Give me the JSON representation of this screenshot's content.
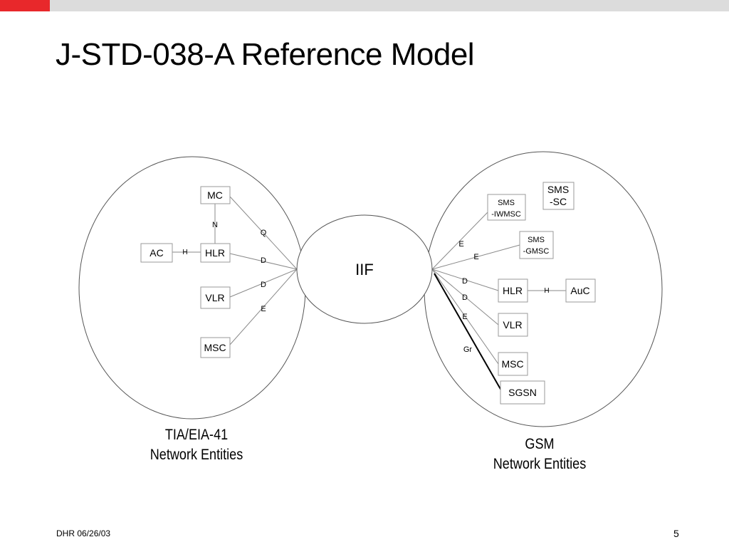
{
  "title": "J-STD-038-A Reference Model",
  "footer": {
    "left": "DHR 06/26/03",
    "page": "5"
  },
  "colors": {
    "accent_red": "#e8282b",
    "bar_gray": "#dcdcdc"
  },
  "left_group": {
    "label_line1": "TIA/EIA-41",
    "label_line2": "Network Entities",
    "nodes": {
      "mc": "MC",
      "ac": "AC",
      "hlr": "HLR",
      "vlr": "VLR",
      "msc": "MSC"
    },
    "interfaces": {
      "n": "N",
      "h": "H",
      "q": "Q",
      "d1": "D",
      "d2": "D",
      "e": "E"
    }
  },
  "center": {
    "label": "IIF"
  },
  "right_group": {
    "label_line1": "GSM",
    "label_line2": "Network Entities",
    "nodes": {
      "sms_iwmsc_1": "SMS",
      "sms_iwmsc_2": "-IWMSC",
      "sms_sc_1": "SMS",
      "sms_sc_2": "-SC",
      "sms_gmsc_1": "SMS",
      "sms_gmsc_2": "-GMSC",
      "hlr": "HLR",
      "auc": "AuC",
      "vlr": "VLR",
      "msc": "MSC",
      "sgsn": "SGSN"
    },
    "interfaces": {
      "e1": "E",
      "e2": "E",
      "d1": "D",
      "d2": "D",
      "e3": "E",
      "gr": "Gr",
      "h": "H"
    }
  }
}
